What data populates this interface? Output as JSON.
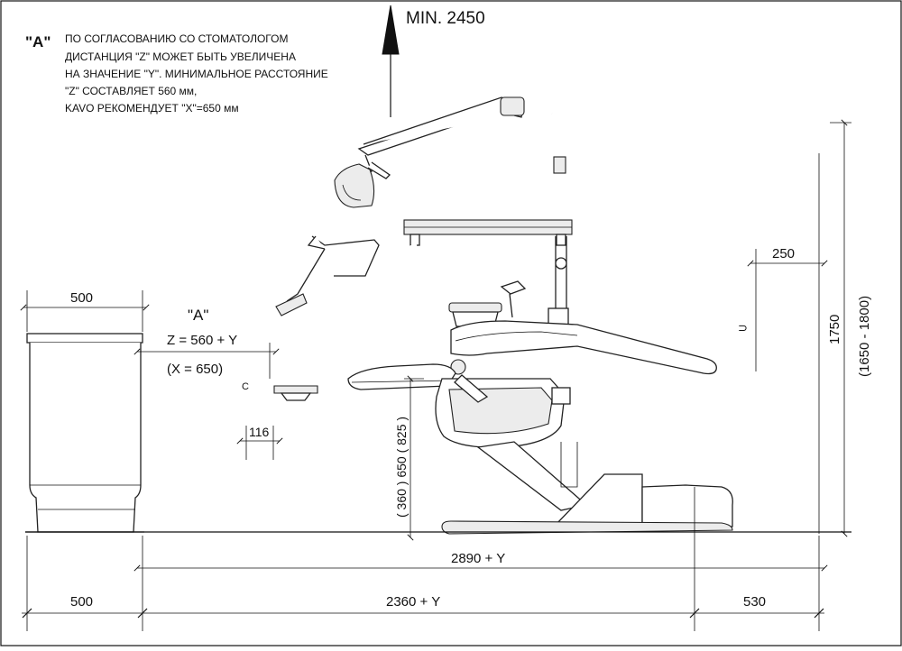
{
  "note": {
    "marker": "\"A\"",
    "lines": [
      "ПО СОГЛАСОВАНИЮ СО СТОМАТОЛОГОМ",
      "ДИСТАНЦИЯ \"Z\" МОЖЕТ БЫТЬ УВЕЛИЧЕНА",
      "НА ЗНАЧЕНИЕ \"Y\". МИНИМАЛЬНОЕ РАССТОЯНИЕ",
      "\"Z\" СОСТАВЛЯЕТ 560 мм,",
      "KAVO РЕКОМЕНДУЕТ \"X\"=650 мм"
    ]
  },
  "dimensions": {
    "min_height": "MIN. 2450",
    "cabinet_width": "500",
    "a_marker": "\"A\"",
    "z_distance": "Z = 560 + Y",
    "x_distance": "(X = 650)",
    "offset_116": "116",
    "seat_heights": "( 360 ) 650 ( 825 )",
    "offset_250": "250",
    "light_height": "1750",
    "light_range": "(1650 - 1800)",
    "total_length": "2890 + Y",
    "bottom_left": "500",
    "bottom_middle": "2360 + Y",
    "bottom_right": "530"
  }
}
